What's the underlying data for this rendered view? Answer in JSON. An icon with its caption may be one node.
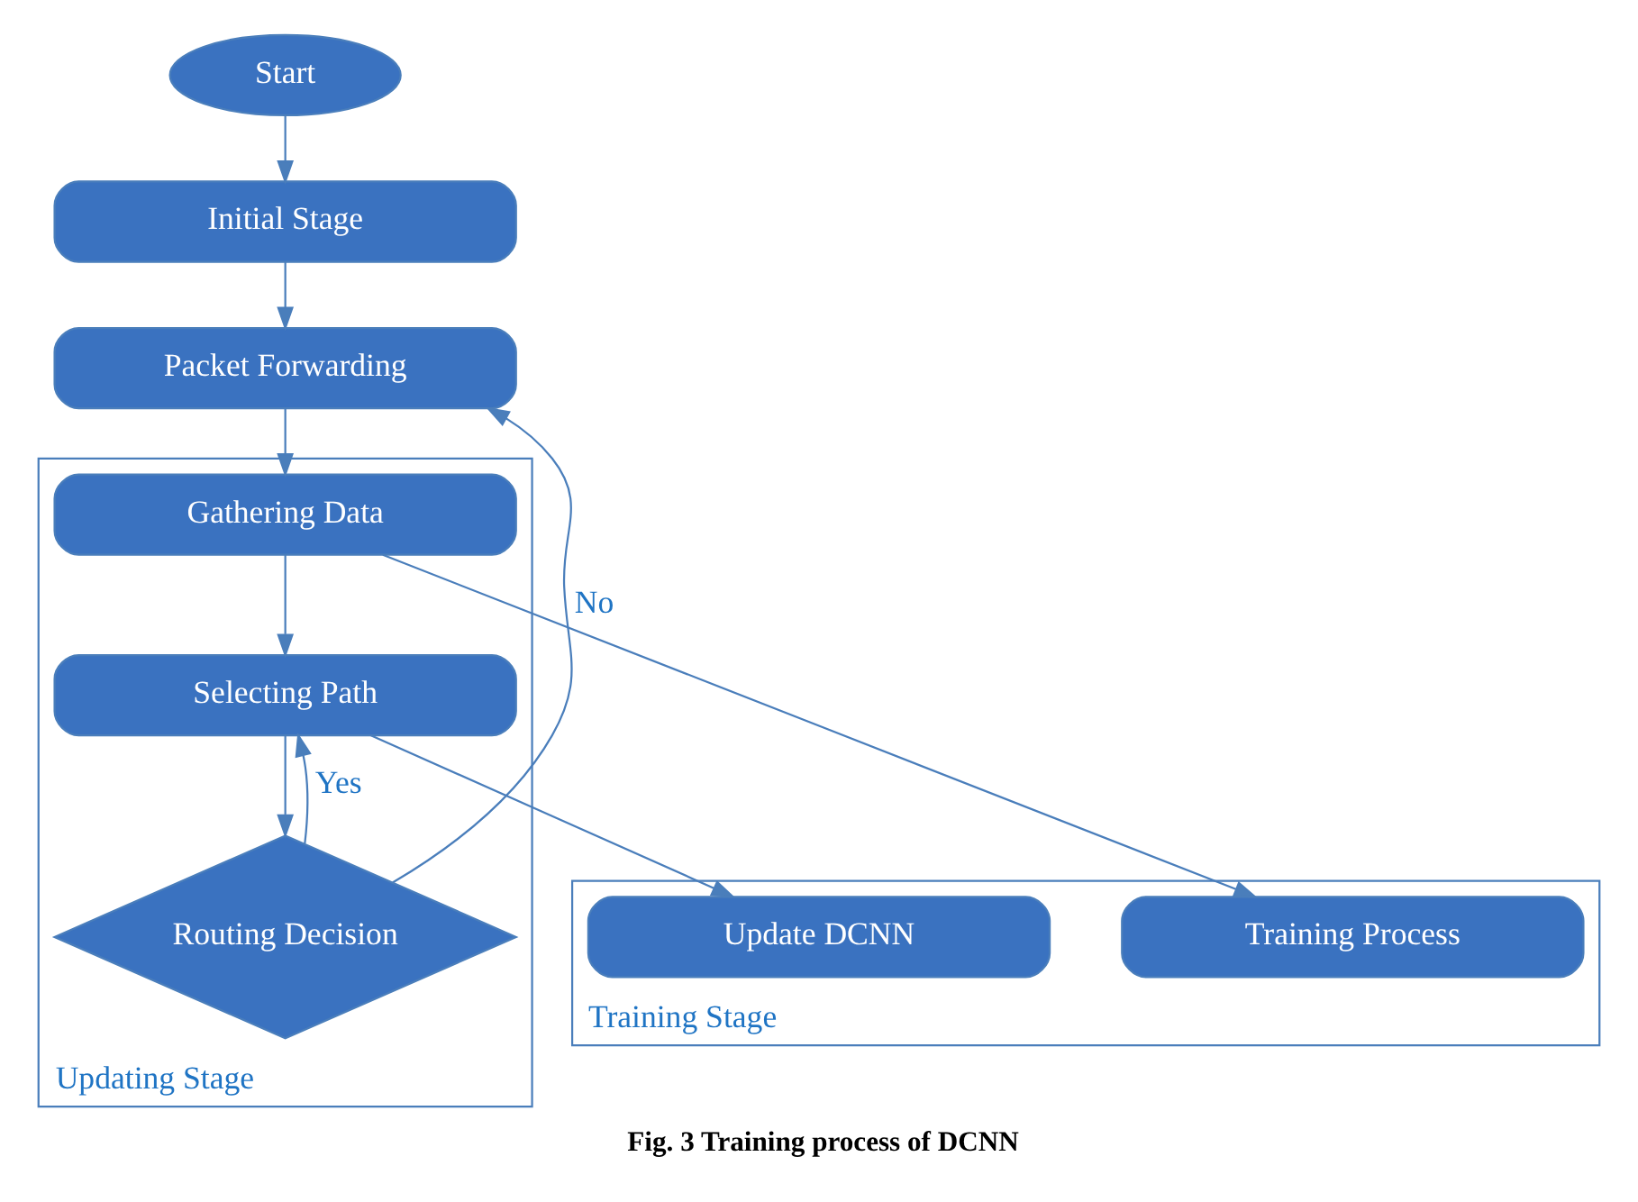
{
  "diagram": {
    "caption": "Fig. 3 Training process of DCNN",
    "nodes": [
      {
        "text": [
          "Start"
        ]
      },
      {
        "text": [
          "Initial Stage"
        ]
      },
      {
        "text": [
          "Packet Forwarding"
        ]
      },
      {
        "text": [
          "Updating Stage"
        ]
      },
      {
        "text": [
          "Gathering Data"
        ],
        "in": 3
      },
      {
        "text": [
          "Selecting Path"
        ],
        "in": 3
      },
      {
        "text": [
          "Routing Decision"
        ],
        "in": 3
      },
      {
        "text": [
          "Training Stage"
        ]
      },
      {
        "text": [
          "Training Process"
        ],
        "in": 7
      },
      {
        "text": [
          "Update DCNN"
        ],
        "in": 7
      }
    ],
    "edges": [
      {
        "from": 0,
        "to": 1,
        "arrow": "to"
      },
      {
        "from": 1,
        "to": 2,
        "arrow": "to"
      },
      {
        "from": 2,
        "to": 4,
        "arrow": "to"
      },
      {
        "from": 4,
        "to": 8,
        "arrow": "to"
      },
      {
        "from": 4,
        "to": 5,
        "arrow": "to"
      },
      {
        "from": 5,
        "to": 9,
        "arrow": "to"
      },
      {
        "from": 5,
        "to": 6,
        "arrow": "to"
      },
      {
        "from": 6,
        "to": 5,
        "label": "Yes",
        "arrow": "to"
      },
      {
        "from": 6,
        "to": 2,
        "label": "No",
        "arrow": "to"
      }
    ]
  }
}
